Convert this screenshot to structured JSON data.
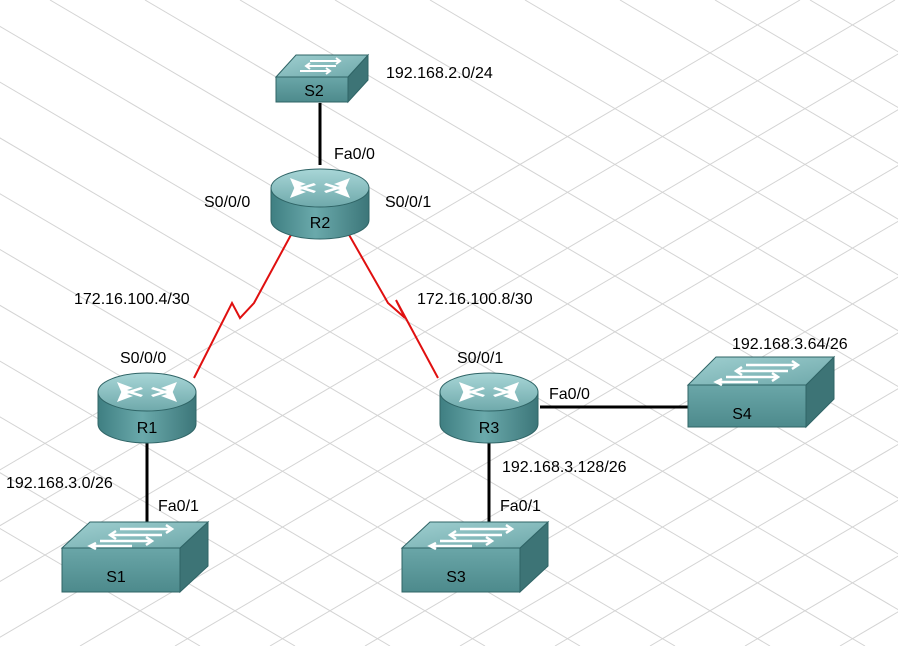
{
  "devices": {
    "r1": {
      "name": "R1"
    },
    "r2": {
      "name": "R2"
    },
    "r3": {
      "name": "R3"
    },
    "s1": {
      "name": "S1"
    },
    "s2": {
      "name": "S2"
    },
    "s3": {
      "name": "S3"
    },
    "s4": {
      "name": "S4"
    }
  },
  "networks": {
    "s2_lan": "192.168.2.0/24",
    "r1_r2_wan": "172.16.100.4/30",
    "r2_r3_wan": "172.16.100.8/30",
    "s4_lan": "192.168.3.64/26",
    "r1_lan": "192.168.3.0/26",
    "r3_lan": "192.168.3.128/26"
  },
  "interfaces": {
    "r2_fa00": "Fa0/0",
    "r2_s000": "S0/0/0",
    "r2_s001": "S0/0/1",
    "r1_s000": "S0/0/0",
    "r3_s001": "S0/0/1",
    "r3_fa00": "Fa0/0",
    "r1_fa01": "Fa0/1",
    "r3_fa01": "Fa0/1"
  },
  "colors": {
    "device_body": "#5f9ea0",
    "device_top": "#8fc4c6",
    "serial_link": "#e01010",
    "ethernet_link": "#000000",
    "grid": "#d4d4d4"
  }
}
